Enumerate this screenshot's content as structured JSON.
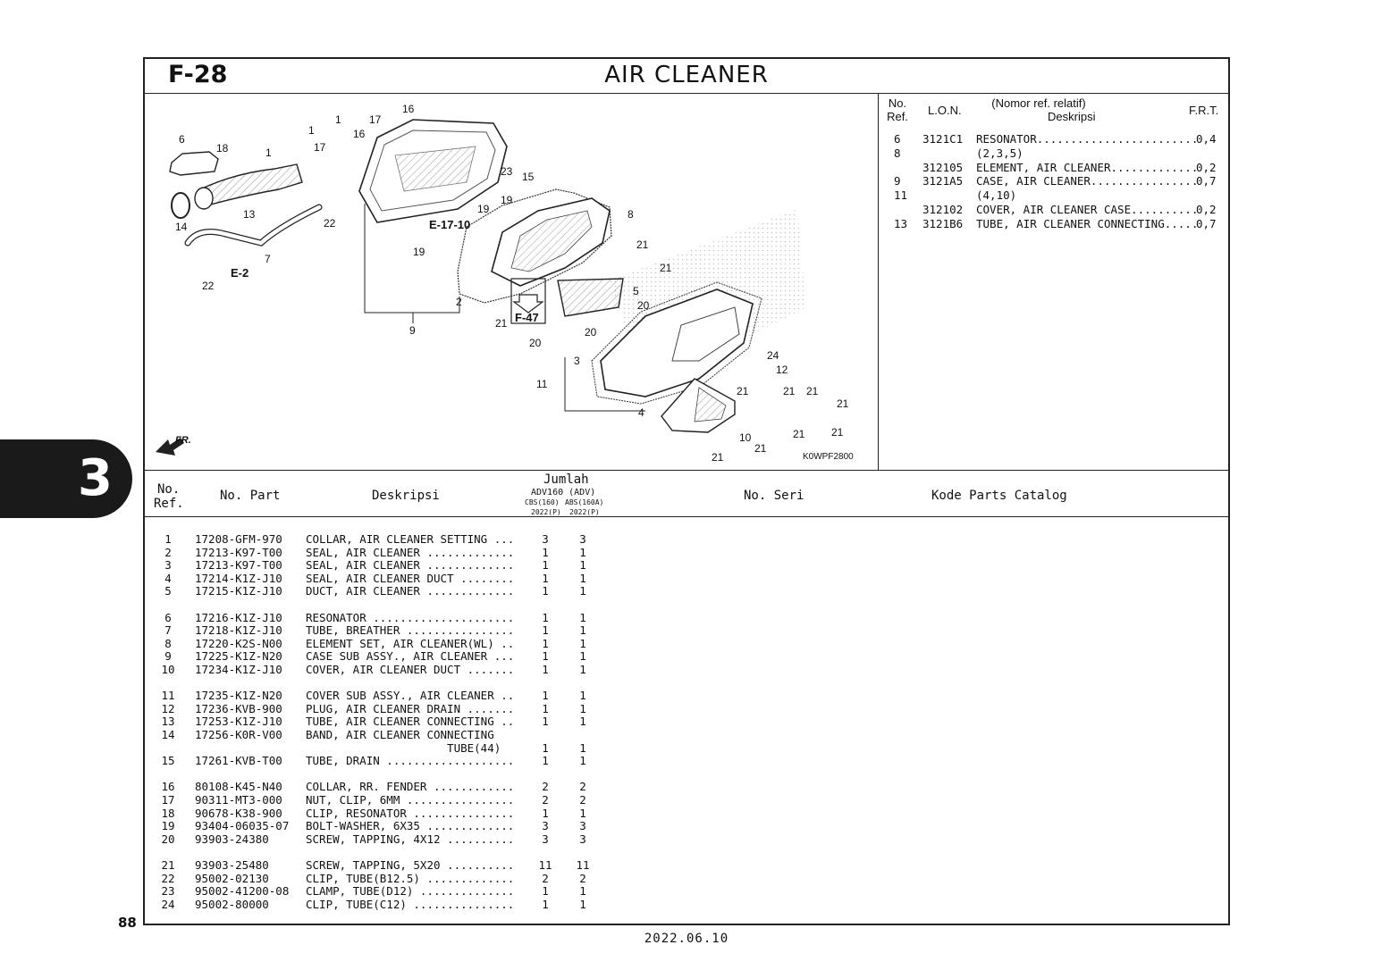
{
  "section_tab": "3",
  "figure": {
    "code": "F-28",
    "title": "AIR CLEANER",
    "image_code": "K0WPF2800"
  },
  "diagram_labels": {
    "callouts": [
      "1",
      "1",
      "1",
      "16",
      "16",
      "17",
      "17",
      "18",
      "6",
      "13",
      "14",
      "22",
      "7",
      "22",
      "19",
      "19",
      "19",
      "23",
      "15",
      "8",
      "21",
      "21",
      "2",
      "21",
      "5",
      "20",
      "20",
      "20",
      "9",
      "3",
      "11",
      "24",
      "12",
      "21",
      "21",
      "21",
      "21",
      "4",
      "10",
      "21",
      "21",
      "21",
      "21"
    ],
    "refs": {
      "e17": "E-17-10",
      "e2": "E-2",
      "f47": "F-47",
      "fr": "FR."
    }
  },
  "frt_table": {
    "headers": {
      "no_ref": "No.",
      "no_ref2": "Ref.",
      "lon": "L.O.N.",
      "desc_top": "(Nomor ref. relatif)",
      "desc": "Deskripsi",
      "frt": "F.R.T."
    },
    "rows": [
      {
        "ref": "6",
        "lon": "3121C1",
        "desc": "RESONATOR........................",
        "frt": "0,4"
      },
      {
        "ref": "8",
        "lon": "",
        "desc": "(2,3,5)",
        "frt": ""
      },
      {
        "ref": "",
        "lon": "312105",
        "desc": "ELEMENT, AIR CLEANER.............",
        "frt": "0,2"
      },
      {
        "ref": "9",
        "lon": "3121A5",
        "desc": "CASE, AIR CLEANER................",
        "frt": "0,7"
      },
      {
        "ref": "11",
        "lon": "",
        "desc": "(4,10)",
        "frt": ""
      },
      {
        "ref": "",
        "lon": "312102",
        "desc": "COVER, AIR CLEANER CASE..........",
        "frt": "0,2"
      },
      {
        "ref": "13",
        "lon": "3121B6",
        "desc": "TUBE, AIR CLEANER CONNECTING.....",
        "frt": "0,7"
      }
    ]
  },
  "parts_header": {
    "no_ref": "No.",
    "no_ref2": "Ref.",
    "no_part": "No. Part",
    "desc": "Deskripsi",
    "qty": "Jumlah",
    "model": "ADV160 (ADV)",
    "cbs": "CBS(160)",
    "abs": "ABS(160A)",
    "year1": "2022(P)",
    "year2": "2022(P)",
    "serial": "No. Seri",
    "catalog": "Kode Parts Catalog"
  },
  "parts": [
    {
      "ref": "1",
      "no": "17208-GFM-970",
      "desc": "COLLAR, AIR CLEANER SETTING ...",
      "q1": "3",
      "q2": "3"
    },
    {
      "ref": "2",
      "no": "17213-K97-T00",
      "desc": "SEAL, AIR CLEANER .............",
      "q1": "1",
      "q2": "1"
    },
    {
      "ref": "3",
      "no": "17213-K97-T00",
      "desc": "SEAL, AIR CLEANER .............",
      "q1": "1",
      "q2": "1"
    },
    {
      "ref": "4",
      "no": "17214-K1Z-J10",
      "desc": "SEAL, AIR CLEANER DUCT ........",
      "q1": "1",
      "q2": "1"
    },
    {
      "ref": "5",
      "no": "17215-K1Z-J10",
      "desc": "DUCT, AIR CLEANER .............",
      "q1": "1",
      "q2": "1"
    },
    {
      "ref": "6",
      "no": "17216-K1Z-J10",
      "desc": "RESONATOR .....................",
      "q1": "1",
      "q2": "1"
    },
    {
      "ref": "7",
      "no": "17218-K1Z-J10",
      "desc": "TUBE, BREATHER ................",
      "q1": "1",
      "q2": "1"
    },
    {
      "ref": "8",
      "no": "17220-K2S-N00",
      "desc": "ELEMENT SET, AIR CLEANER(WL) ..",
      "q1": "1",
      "q2": "1"
    },
    {
      "ref": "9",
      "no": "17225-K1Z-N20",
      "desc": "CASE SUB ASSY., AIR CLEANER ...",
      "q1": "1",
      "q2": "1"
    },
    {
      "ref": "10",
      "no": "17234-K1Z-J10",
      "desc": "COVER, AIR CLEANER DUCT .......",
      "q1": "1",
      "q2": "1"
    },
    {
      "ref": "11",
      "no": "17235-K1Z-N20",
      "desc": "COVER SUB ASSY., AIR CLEANER ..",
      "q1": "1",
      "q2": "1"
    },
    {
      "ref": "12",
      "no": "17236-KVB-900",
      "desc": "PLUG, AIR CLEANER DRAIN .......",
      "q1": "1",
      "q2": "1"
    },
    {
      "ref": "13",
      "no": "17253-K1Z-J10",
      "desc": "TUBE, AIR CLEANER CONNECTING ..",
      "q1": "1",
      "q2": "1"
    },
    {
      "ref": "14",
      "no": "17256-K0R-V00",
      "desc": "BAND, AIR CLEANER CONNECTING",
      "q1": "",
      "q2": ""
    },
    {
      "ref": "",
      "no": "",
      "desc": "                     TUBE(44)",
      "q1": "1",
      "q2": "1"
    },
    {
      "ref": "15",
      "no": "17261-KVB-T00",
      "desc": "TUBE, DRAIN ...................",
      "q1": "1",
      "q2": "1"
    },
    {
      "ref": "16",
      "no": "80108-K45-N40",
      "desc": "COLLAR, RR. FENDER ............",
      "q1": "2",
      "q2": "2"
    },
    {
      "ref": "17",
      "no": "90311-MT3-000",
      "desc": "NUT, CLIP, 6MM ................",
      "q1": "2",
      "q2": "2"
    },
    {
      "ref": "18",
      "no": "90678-K38-900",
      "desc": "CLIP, RESONATOR ...............",
      "q1": "1",
      "q2": "1"
    },
    {
      "ref": "19",
      "no": "93404-06035-07",
      "desc": "BOLT-WASHER, 6X35 .............",
      "q1": "3",
      "q2": "3"
    },
    {
      "ref": "20",
      "no": "93903-24380",
      "desc": "SCREW, TAPPING, 4X12 ..........",
      "q1": "3",
      "q2": "3"
    },
    {
      "ref": "21",
      "no": "93903-25480",
      "desc": "SCREW, TAPPING, 5X20 ..........",
      "q1": "11",
      "q2": "11"
    },
    {
      "ref": "22",
      "no": "95002-02130",
      "desc": "CLIP, TUBE(B12.5) .............",
      "q1": "2",
      "q2": "2"
    },
    {
      "ref": "23",
      "no": "95002-41200-08",
      "desc": "CLAMP, TUBE(D12) ..............",
      "q1": "1",
      "q2": "1"
    },
    {
      "ref": "24",
      "no": "95002-80000",
      "desc": "CLIP, TUBE(C12) ...............",
      "q1": "1",
      "q2": "1"
    }
  ],
  "page_number": "88",
  "date": "2022.06.10"
}
